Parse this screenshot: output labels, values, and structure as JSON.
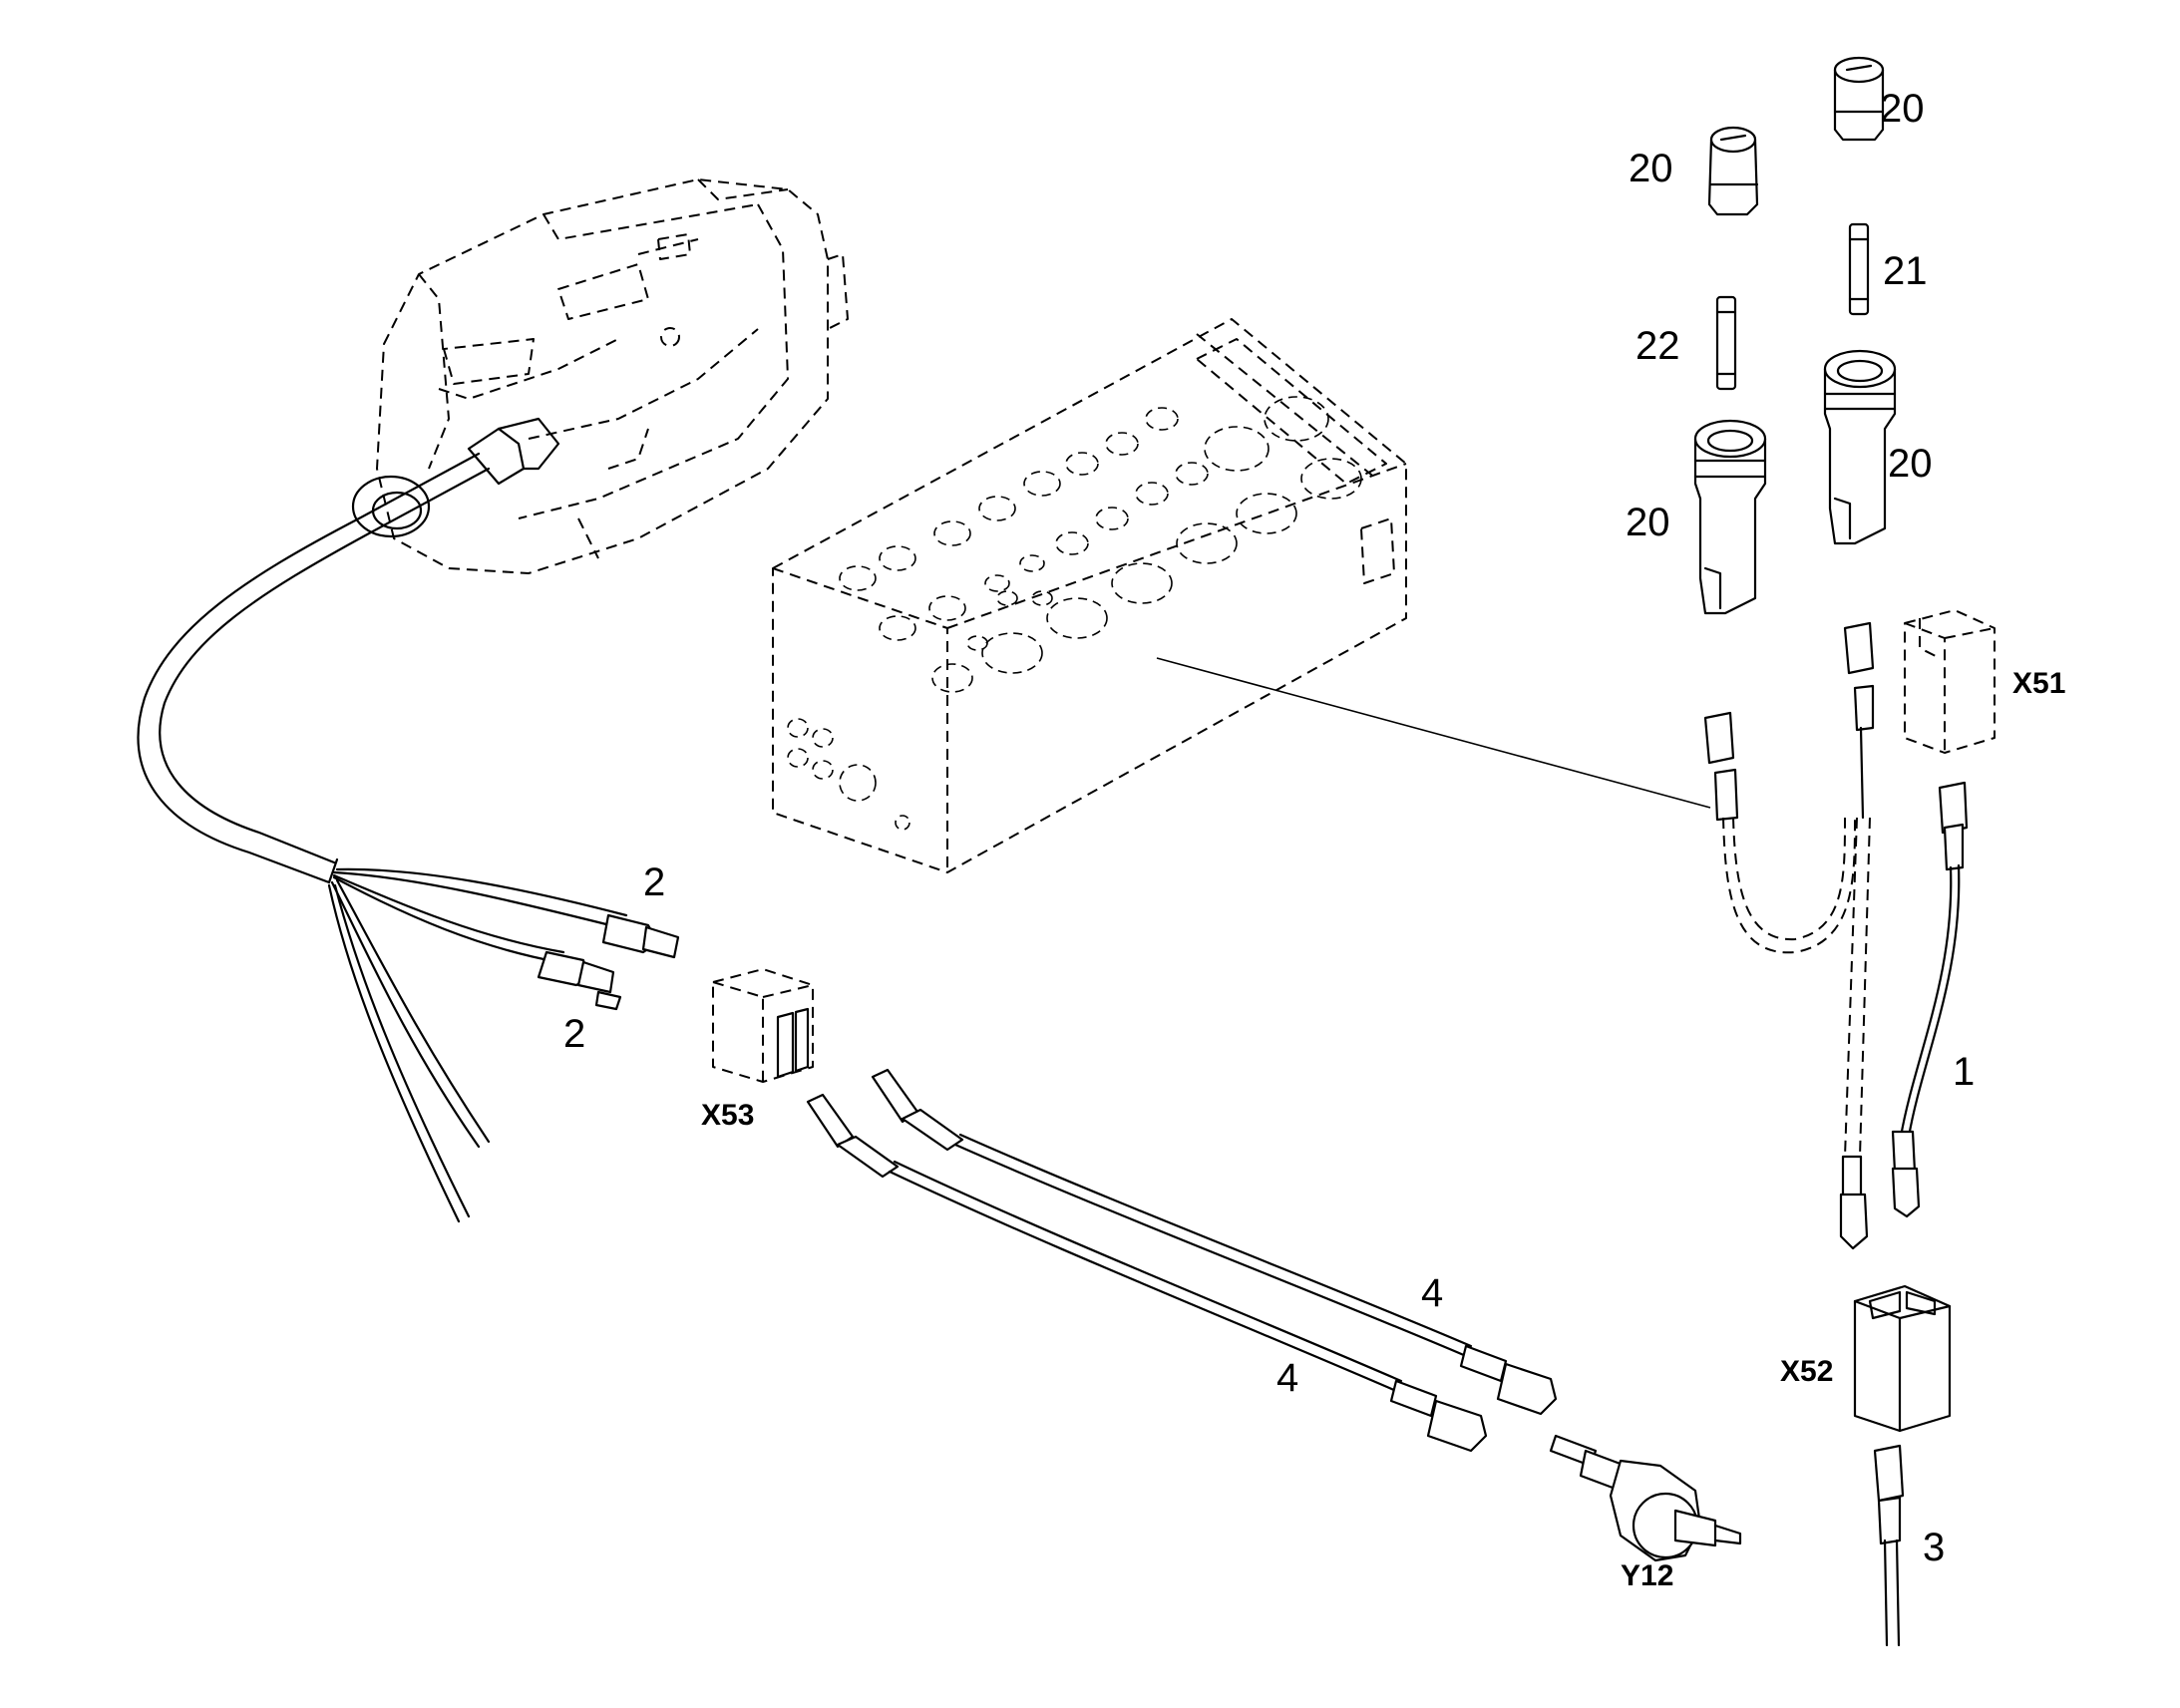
{
  "diagram": {
    "parts": [
      {
        "key": "p20a",
        "label": "20"
      },
      {
        "key": "p20b",
        "label": "20"
      },
      {
        "key": "p21",
        "label": "21"
      },
      {
        "key": "p22",
        "label": "22"
      },
      {
        "key": "p20c",
        "label": "20"
      },
      {
        "key": "p20d",
        "label": "20"
      },
      {
        "key": "x51",
        "label": "X51"
      },
      {
        "key": "p2a",
        "label": "2"
      },
      {
        "key": "p2b",
        "label": "2"
      },
      {
        "key": "x53",
        "label": "X53"
      },
      {
        "key": "p1",
        "label": "1"
      },
      {
        "key": "p4a",
        "label": "4"
      },
      {
        "key": "p4b",
        "label": "4"
      },
      {
        "key": "x52",
        "label": "X52"
      },
      {
        "key": "y12",
        "label": "Y12"
      },
      {
        "key": "p3",
        "label": "3"
      }
    ]
  }
}
